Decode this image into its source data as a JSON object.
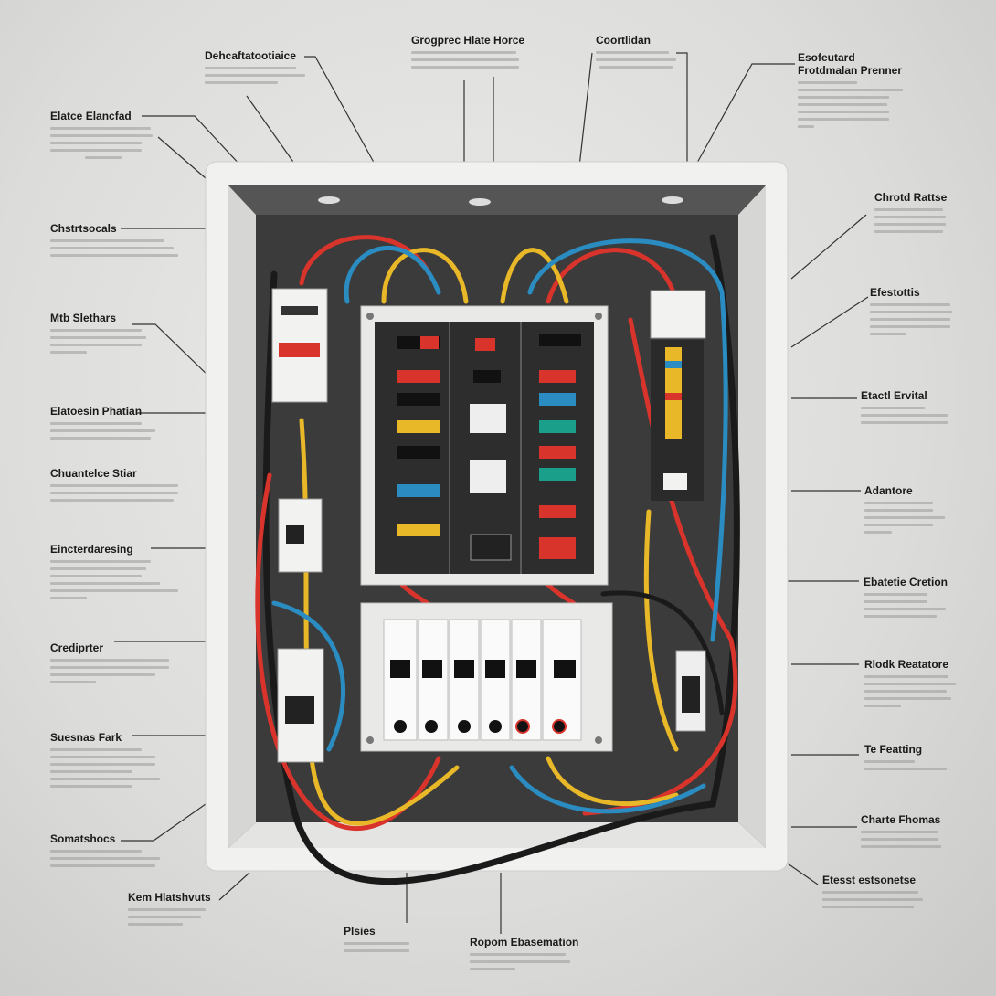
{
  "labels": {
    "left": [
      "Elatce Elancfad",
      "Chstrtsocals",
      "Mtb Slethars",
      "Elatoesin Phatian",
      "Chuantelce Stiar",
      "Eincterdaresing",
      "Crediprter",
      "Suesnas Fark",
      "Somatshocs",
      "Kem Hlatshvuts"
    ],
    "top": [
      "Dehcaftatootiaice",
      "Grogprec Hlate Horce",
      "Coortlidan",
      "Esofeutard Frotdmalan Prenner"
    ],
    "right": [
      "Chrotd Rattse",
      "Efestottis",
      "Etactl Ervital",
      "Adantore",
      "Ebatetie Cretion",
      "Rlodk Reatatore",
      "Te Featting",
      "Charte Fhomas",
      "Etesst estsonetse"
    ],
    "bottom": [
      "Plsies",
      "Ropom Ebasemation"
    ]
  },
  "colors": {
    "red": "#d8342c",
    "yellow": "#e8b828",
    "blue": "#2a8cc0",
    "black": "#1a1a1a",
    "panel": "#f1f1ef",
    "interior": "#3a3a3a"
  }
}
